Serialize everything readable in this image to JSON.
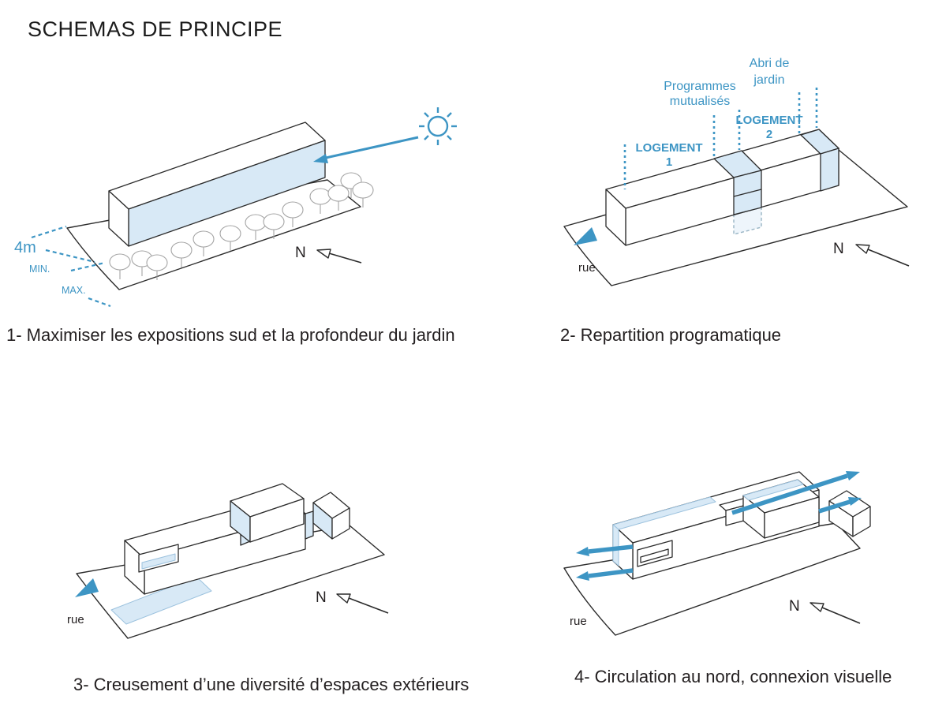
{
  "title": "SCHEMAS DE PRINCIPE",
  "colors": {
    "accent_blue": "#3d95c4",
    "light_blue_fill": "#d8e9f6",
    "ink": "#231f20",
    "tree_gray": "#a4a4a4"
  },
  "diagrams": [
    {
      "number": "1",
      "caption": "1- Maximiser les expositions sud et la profondeur du jardin",
      "annotations": {
        "distance": "4m",
        "min": "MIN.",
        "max": "MAX.",
        "north": "N"
      }
    },
    {
      "number": "2",
      "caption": "2- Repartition programatique",
      "annotations": {
        "programmes_line1": "Programmes",
        "programmes_line2": "mutualisés",
        "abri_line1": "Abri de",
        "abri_line2": "jardin",
        "logement1_line1": "LOGEMENT",
        "logement1_line2": "1",
        "logement2_line1": "LOGEMENT",
        "logement2_line2": "2",
        "street": "rue",
        "north": "N"
      }
    },
    {
      "number": "3",
      "caption": "3- Creusement d’une diversité d’espaces extérieurs",
      "annotations": {
        "street": "rue",
        "north": "N"
      }
    },
    {
      "number": "4",
      "caption": "4- Circulation au nord, connexion visuelle",
      "annotations": {
        "street": "rue",
        "north": "N"
      }
    }
  ]
}
